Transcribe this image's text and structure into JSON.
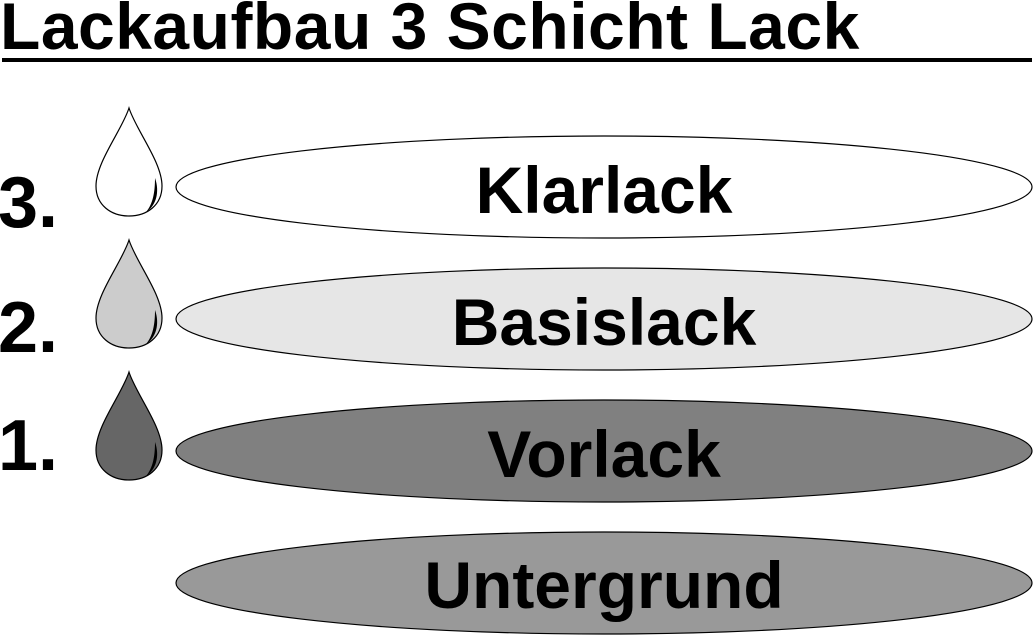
{
  "title": "Lackaufbau 3 Schicht Lack",
  "layers": [
    {
      "label": "Klarlack",
      "step": "3.",
      "fill": "#ffffff",
      "drop_fill": "#ffffff"
    },
    {
      "label": "Basislack",
      "step": "2.",
      "fill": "#e6e6e6",
      "drop_fill": "#cccccc"
    },
    {
      "label": "Vorlack",
      "step": "1.",
      "fill": "#808080",
      "drop_fill": "#666666"
    },
    {
      "label": "Untergrund",
      "step": "",
      "fill": "#999999",
      "drop_fill": ""
    }
  ],
  "colors": {
    "text": "#000000",
    "outline": "#000000",
    "background": "#ffffff"
  },
  "icons": {
    "drop": "paint-drop-icon"
  }
}
